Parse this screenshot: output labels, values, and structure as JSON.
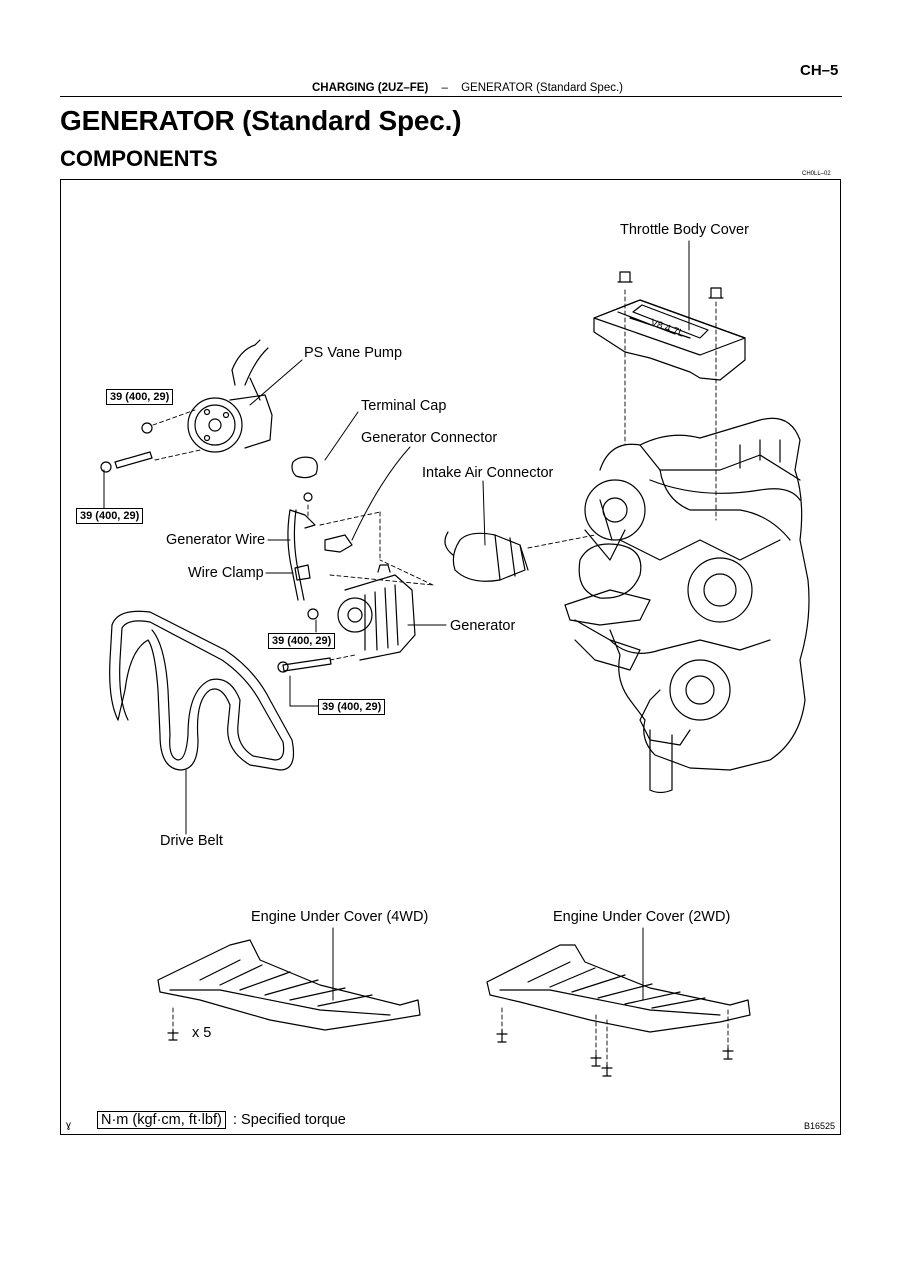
{
  "header": {
    "page_number": "CH–5",
    "section": "CHARGING (2UZ–FE)",
    "separator": "–",
    "topic": "GENERATOR (Standard Spec.)"
  },
  "title": "GENERATOR (Standard Spec.)",
  "subtitle": "COMPONENTS",
  "figure_code": "CH0LL–02",
  "labels": {
    "throttle_body_cover": "Throttle Body Cover",
    "ps_vane_pump": "PS Vane Pump",
    "terminal_cap": "Terminal Cap",
    "generator_connector": "Generator Connector",
    "intake_air_connector": "Intake Air Connector",
    "generator_wire": "Generator Wire",
    "wire_clamp": "Wire Clamp",
    "generator": "Generator",
    "drive_belt": "Drive Belt",
    "engine_under_cover_4wd": "Engine Under Cover (4WD)",
    "engine_under_cover_2wd": "Engine Under Cover (2WD)",
    "bolt_quantity": "x 5"
  },
  "torque_specs": [
    "39 (400, 29)",
    "39 (400, 29)",
    "39 (400, 29)",
    "39 (400, 29)"
  ],
  "legend": {
    "unit_box": "N·m (kgf·cm, ft·lbf)",
    "description": ": Specified torque",
    "mark": "ɣ"
  },
  "diagram_code": "B16525"
}
